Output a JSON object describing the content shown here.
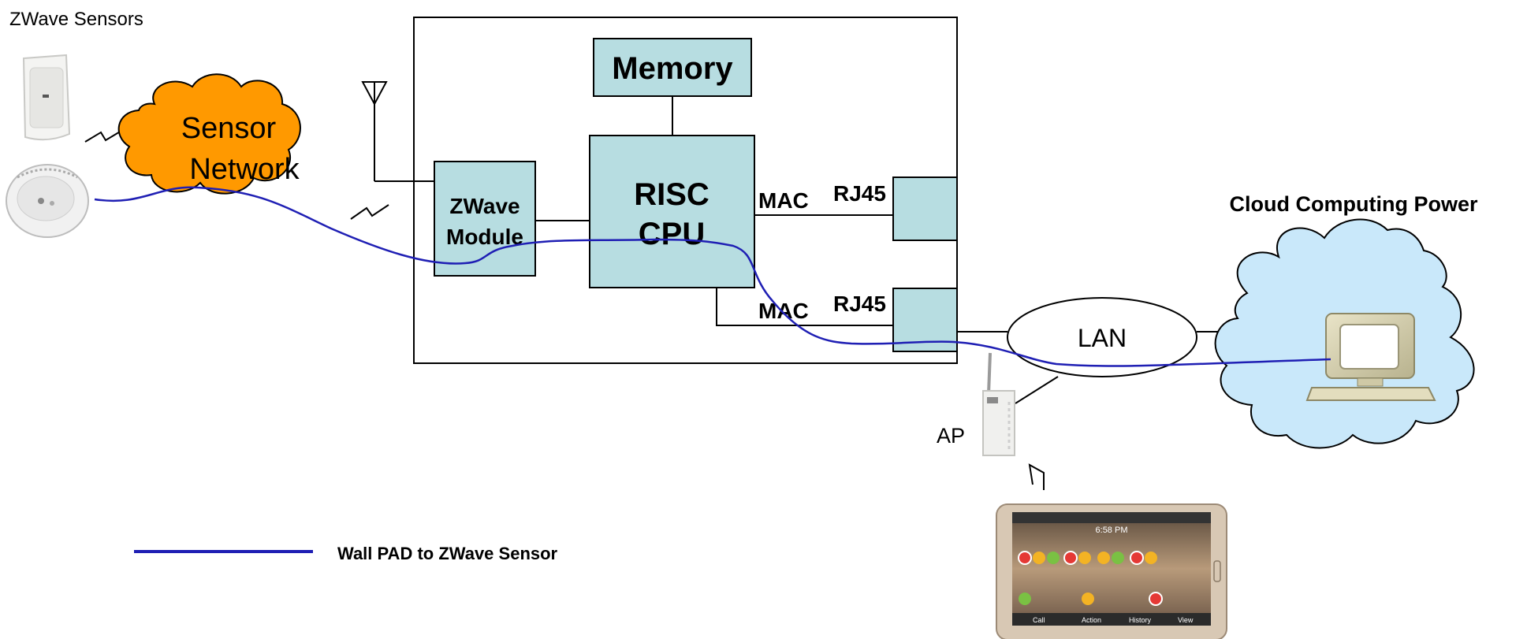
{
  "sensors": {
    "title": "ZWave Sensors"
  },
  "cloud_sensor": {
    "line1": "Sensor",
    "line2": "Network"
  },
  "board": {
    "memory": "Memory",
    "cpu_line1": "RISC",
    "cpu_line2": "CPU",
    "zwave_line1": "ZWave",
    "zwave_line2": "Module",
    "mac_top": "MAC",
    "mac_bottom": "MAC",
    "rj45_top": "RJ45",
    "rj45_bottom": "RJ45"
  },
  "network": {
    "lan": "LAN",
    "ap": "AP",
    "cloud_title": "Cloud Computing Power"
  },
  "tablet": {
    "time": "6:58 PM",
    "dock": [
      "Call",
      "Action",
      "History",
      "View"
    ]
  },
  "legend": {
    "label": "Wall PAD  to ZWave Sensor"
  },
  "colors": {
    "box_fill": "#b7dde1",
    "sensor_cloud": "#ff9900",
    "compute_cloud": "#c9e8fa",
    "path_line": "#1f1fb4",
    "lamp": "#f3b324",
    "video": "#7ac143",
    "alarm": "#e53935"
  },
  "icons": [
    "motion-sensor-icon",
    "smoke-detector-icon",
    "antenna-icon",
    "access-point-icon",
    "computer-icon",
    "tablet-icon"
  ]
}
